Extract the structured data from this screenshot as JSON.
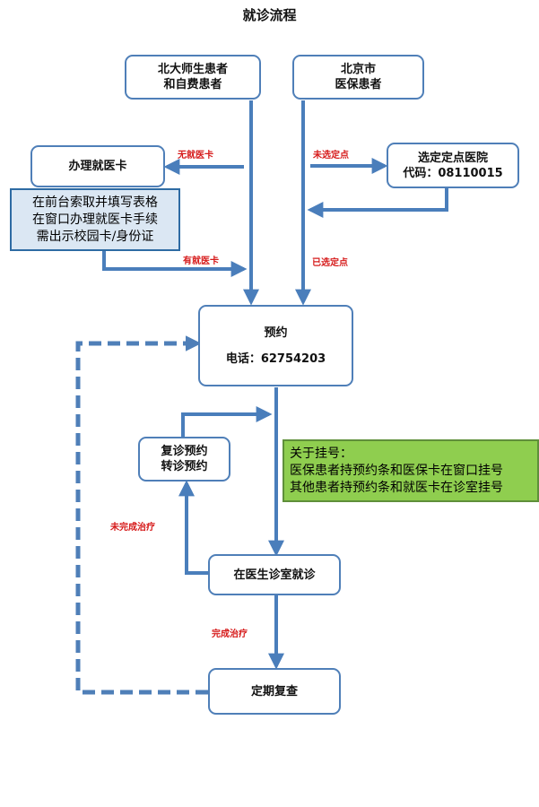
{
  "title": "就诊流程",
  "nodes": {
    "pku_patients": {
      "line1": "北大师生患者",
      "line2": "和自费患者"
    },
    "beijing_insured": {
      "line1": "北京市",
      "line2": "医保患者"
    },
    "get_card": {
      "label": "办理就医卡"
    },
    "select_hospital": {
      "line1": "选定定点医院",
      "line2": "代码：08110015"
    },
    "booking": {
      "title": "预约",
      "phone": "电话：62754203"
    },
    "followup_booking": {
      "line1": "复诊预约",
      "line2": "转诊预约"
    },
    "clinic_visit": {
      "label": "在医生诊室就诊"
    },
    "regular_checkup": {
      "label": "定期复查"
    }
  },
  "notes": {
    "card_instructions": {
      "line1": "在前台索取并填写表格",
      "line2": "在窗口办理就医卡手续",
      "line3": "需出示校园卡/身份证"
    },
    "registration": {
      "line1": "关于挂号：",
      "line2": "医保患者持预约条和医保卡在窗口挂号",
      "line3": "其他患者持预约条和就医卡在诊室挂号"
    }
  },
  "edge_labels": {
    "no_card": "无就医卡",
    "has_card": "有就医卡",
    "not_selected": "未选定点",
    "selected": "已选定点",
    "treatment_incomplete": "未完成治疗",
    "treatment_complete": "完成治疗"
  },
  "colors": {
    "box_border": "#4f7fb8",
    "arrow": "#4a7ebb",
    "dashed_return": "#4f7fb8",
    "label_red": "#d61a1a",
    "note_blue_bg": "#dbe7f3",
    "note_green_bg": "#8fce4f"
  }
}
